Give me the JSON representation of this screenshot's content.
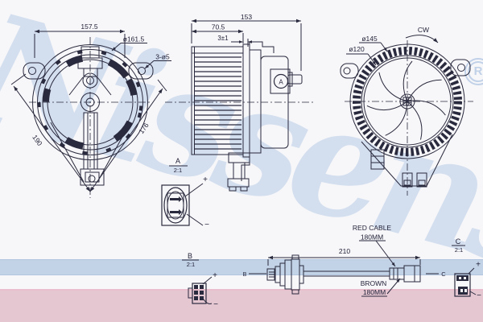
{
  "brand": {
    "watermark": "Nissens",
    "registered": "R"
  },
  "colors": {
    "line": "#2a2a3e",
    "watermark_blue": "#b6cbe7",
    "band_blue": "#c2d2e7",
    "band_pink": "#e5c7d2"
  },
  "front_view": {
    "width": "157.5",
    "diameter": "ø161.5",
    "holes": "3-ø5",
    "diag_left": "190",
    "diag_right": "176"
  },
  "side_view": {
    "length": "153",
    "cage_width": "70.5",
    "tolerance": "3±1",
    "marker": "A"
  },
  "rear_view": {
    "outer_diameter": "ø145",
    "inner_diameter": "ø120",
    "rotation": "CW"
  },
  "detail_a": {
    "letter": "A",
    "scale": "2:1",
    "plus": "+",
    "minus": "−"
  },
  "detail_b": {
    "letter": "B",
    "scale": "2:1",
    "plus": "+",
    "minus": "−"
  },
  "detail_c": {
    "letter": "C",
    "scale": "2:1",
    "plus": "+",
    "minus": "−"
  },
  "cable": {
    "length": "210",
    "red_line1": "RED CABLE",
    "red_line2": "180MM",
    "brown_line1": "BROWN",
    "brown_line2": "180MM",
    "left_ref": "B",
    "right_ref": "C"
  }
}
